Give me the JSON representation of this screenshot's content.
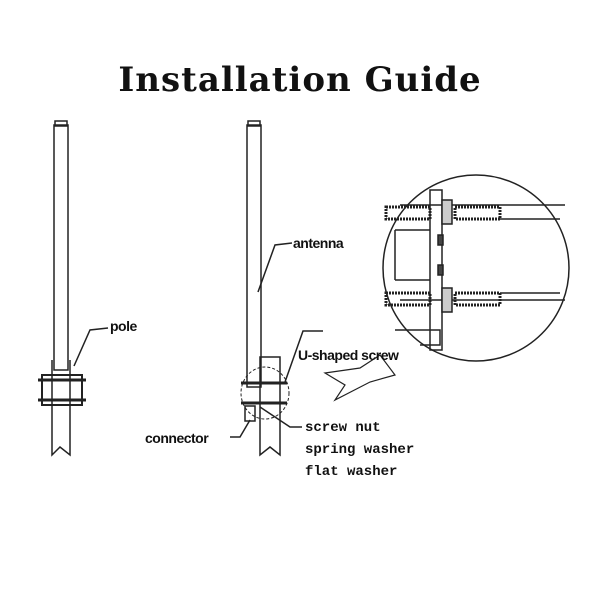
{
  "title": "Installation Guide",
  "labels": {
    "pole": "pole",
    "antenna": "antenna",
    "u_screw": "U-shaped screw",
    "connector": "connector",
    "screw_nut": "screw nut",
    "spring_washer": "spring washer",
    "flat_washer": "flat washer"
  }
}
